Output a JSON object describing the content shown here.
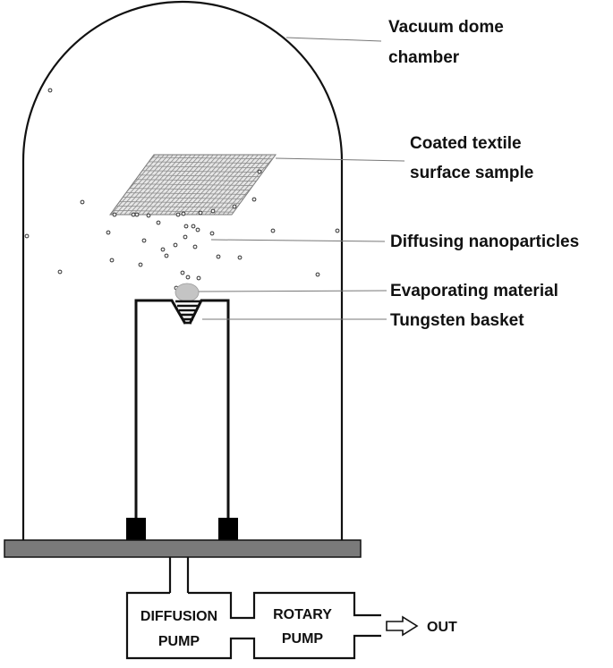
{
  "labels": {
    "dome_line1": "Vacuum dome",
    "dome_line2": "chamber",
    "sample_line1": "Coated textile",
    "sample_line2": "surface sample",
    "nanoparticles": "Diffusing nanoparticles",
    "evaporating": "Evaporating material",
    "basket": "Tungsten basket"
  },
  "pumps": {
    "diffusion_line1": "DIFFUSION",
    "diffusion_line2": "PUMP",
    "rotary_line1": "ROTARY",
    "rotary_line2": "PUMP",
    "out": "OUT"
  },
  "colors": {
    "line": "#111111",
    "base_plate": "#7a7a7a",
    "evaporant": "#c4c4c4",
    "mesh": "#8a8a8a"
  }
}
